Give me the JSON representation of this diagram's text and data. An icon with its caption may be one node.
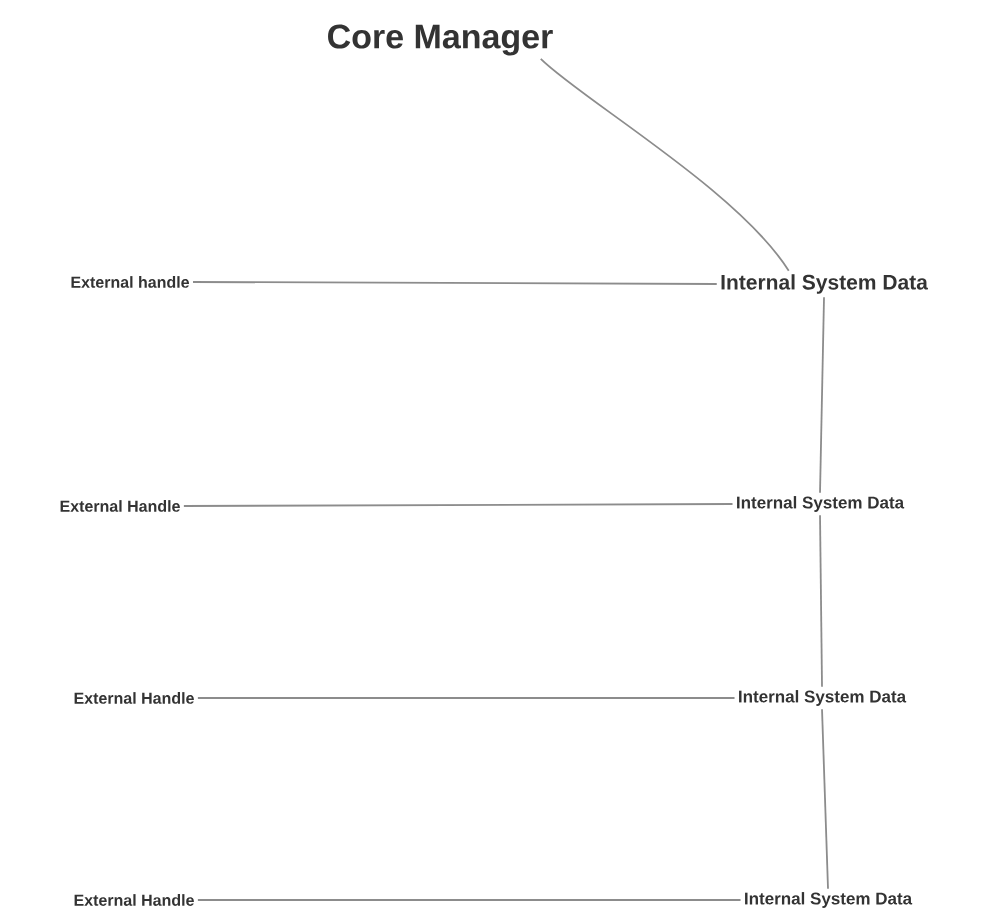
{
  "diagram": {
    "nodes": [
      {
        "text": [
          "Core Manager"
        ]
      },
      {
        "text": [
          "External handle"
        ]
      },
      {
        "text": [
          "Internal System Data"
        ]
      },
      {
        "text": [
          "External Handle"
        ]
      },
      {
        "text": [
          "Internal System Data"
        ]
      },
      {
        "text": [
          "External Handle"
        ]
      },
      {
        "text": [
          "Internal System Data"
        ]
      },
      {
        "text": [
          "External Handle"
        ]
      },
      {
        "text": [
          "Internal System Data"
        ]
      }
    ],
    "edges": [
      {
        "from": 0,
        "to": 2,
        "arrow": "none"
      },
      {
        "from": 1,
        "to": 2,
        "arrow": "none"
      },
      {
        "from": 2,
        "to": 4,
        "arrow": "none"
      },
      {
        "from": 3,
        "to": 4,
        "arrow": "none"
      },
      {
        "from": 4,
        "to": 6,
        "arrow": "none"
      },
      {
        "from": 5,
        "to": 6,
        "arrow": "none"
      },
      {
        "from": 6,
        "to": 8,
        "arrow": "none"
      },
      {
        "from": 7,
        "to": 8,
        "arrow": "none"
      }
    ]
  }
}
